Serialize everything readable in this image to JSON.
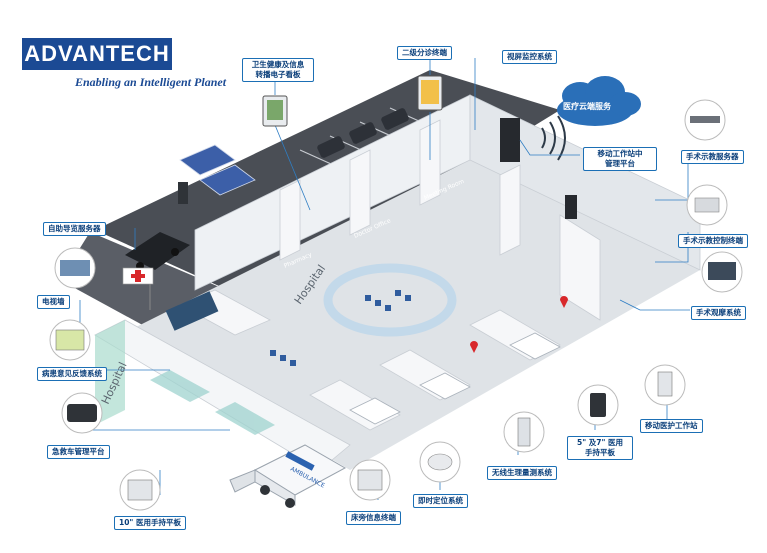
{
  "brand": {
    "logo_text": "ADVANTECH",
    "tagline": "Enabling an Intelligent Planet"
  },
  "cloud": {
    "label": "医疗云端服务"
  },
  "labels": {
    "health_board": "卫生健康及信息\n转播电子看板",
    "triage_terminal": "二级分诊终端",
    "video_monitor": "视屏监控系统",
    "mobile_work_center": "移动工作站中\n管理平台",
    "surgery_server": "手术示教服务器",
    "surgery_control": "手术示教控制终端",
    "surgery_screen": "手术观摩系统",
    "self_service": "自助导览服务器",
    "tv_wall": "电视墙",
    "ward_call": "病患意见反馈系统",
    "ambulance_platform": "急救车管理平台",
    "tablet_10": "10\" 医用手持平板",
    "bedside_terminal": "床旁信息终端",
    "rtls": "即时定位系统",
    "wireless_vitals": "无线生理量测系统",
    "tablet_5_7": "5\" 及7\" 医用\n手持平板",
    "mobile_nursing": "移动医护工作站"
  },
  "signs": {
    "hospital_front": "Hospital",
    "hospital_side": "Hospital",
    "pharmacy": "Pharmacy",
    "doctor_office": "Doctor Office",
    "meeting_room": "Meeting Room",
    "ambulance": "AMBULANCE"
  },
  "colors": {
    "brand_blue": "#1b4a94",
    "label_border": "#1b6fb5",
    "wall": "#f2f4f6",
    "floor": "#dfe3e7",
    "road": "#4a4e55",
    "accent_green": "#5fb89a"
  }
}
